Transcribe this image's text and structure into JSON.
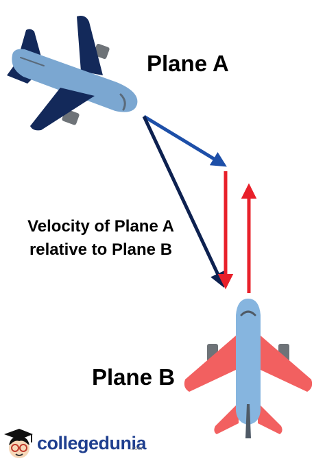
{
  "labels": {
    "plane_a": "Plane A",
    "plane_b": "Plane B",
    "relative_line1": "Velocity of Plane A",
    "relative_line2": "relative to Plane B"
  },
  "brand": {
    "name": "collegedunia",
    "suffix": ".com"
  },
  "icons": {
    "plane_a": "airplane-icon",
    "plane_b": "airplane-icon",
    "brand_logo": "student-mascot-icon"
  },
  "colors": {
    "plane_a_body": "#7ba7d1",
    "plane_a_wing": "#13295a",
    "plane_b_body": "#86b5df",
    "plane_b_wing": "#f26060",
    "engine_gray": "#6e7378",
    "arrow_blue": "#1d4fa8",
    "arrow_navy": "#0d2150",
    "arrow_red": "#e8202a",
    "brand_blue": "#1f3f8f"
  }
}
